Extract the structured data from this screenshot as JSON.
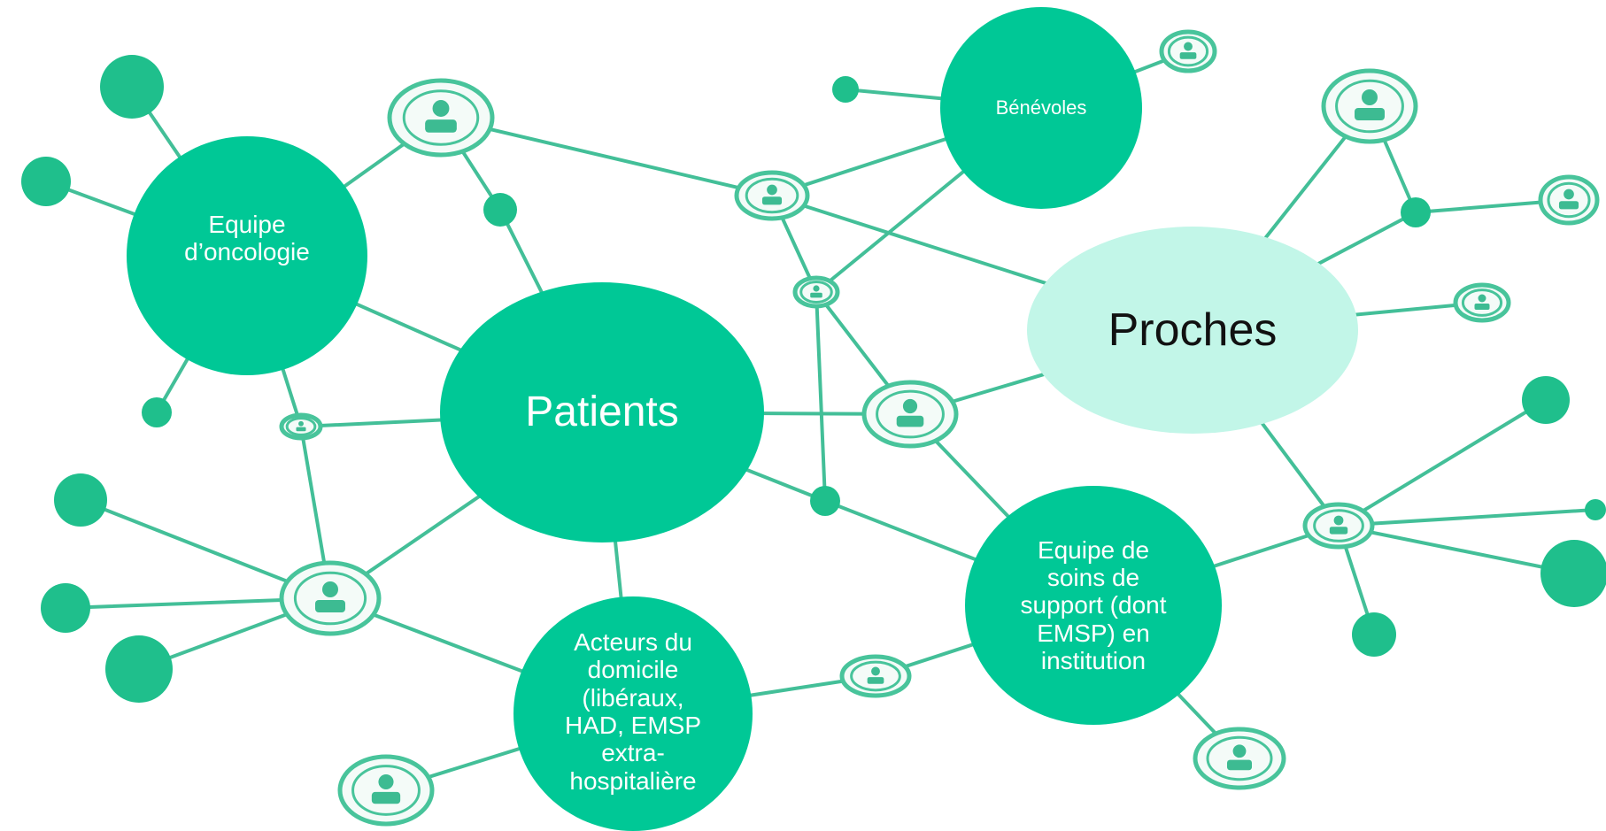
{
  "diagram": {
    "bubbles": {
      "benevoles": "Bénévoles",
      "equipe_oncologie": "Equipe\nd’oncologie",
      "patients": "Patients",
      "proches": "Proches",
      "soins_support": "Equipe de\nsoins de\nsupport (dont\nEMSP) en\ninstitution",
      "acteurs_domicile": "Acteurs du\ndomicile\n(libéraux,\nHAD, EMSP\nextra-\nhospitalière"
    },
    "colors": {
      "bubble_dark": "#00c896",
      "bubble_light": "#c2f6e8",
      "network_line": "#43bf98",
      "network_dot": "#1fbf8c"
    },
    "icons": {
      "person": "person-icon",
      "network_node": "network-node"
    }
  }
}
